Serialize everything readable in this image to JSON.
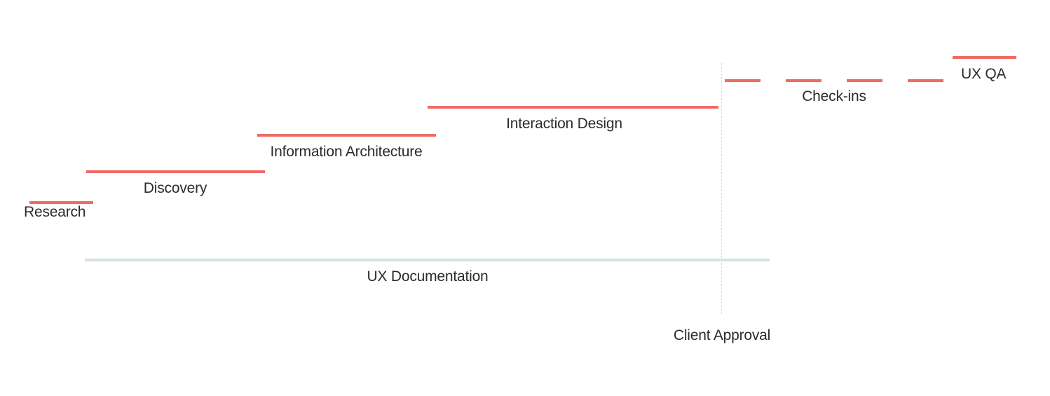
{
  "colors": {
    "phase": "#ef6b66",
    "documentation": "#d6e3e2",
    "divider": "#d8dde0",
    "text": "#2b2b2b"
  },
  "phases": {
    "research": {
      "label": "Research"
    },
    "discovery": {
      "label": "Discovery"
    },
    "information_architecture": {
      "label": "Information Architecture"
    },
    "interaction_design": {
      "label": "Interaction Design"
    },
    "check_ins": {
      "label": "Check-ins"
    },
    "ux_qa": {
      "label": "UX QA"
    },
    "ux_documentation": {
      "label": "UX Documentation"
    }
  },
  "milestone": {
    "label": "Client Approval"
  }
}
